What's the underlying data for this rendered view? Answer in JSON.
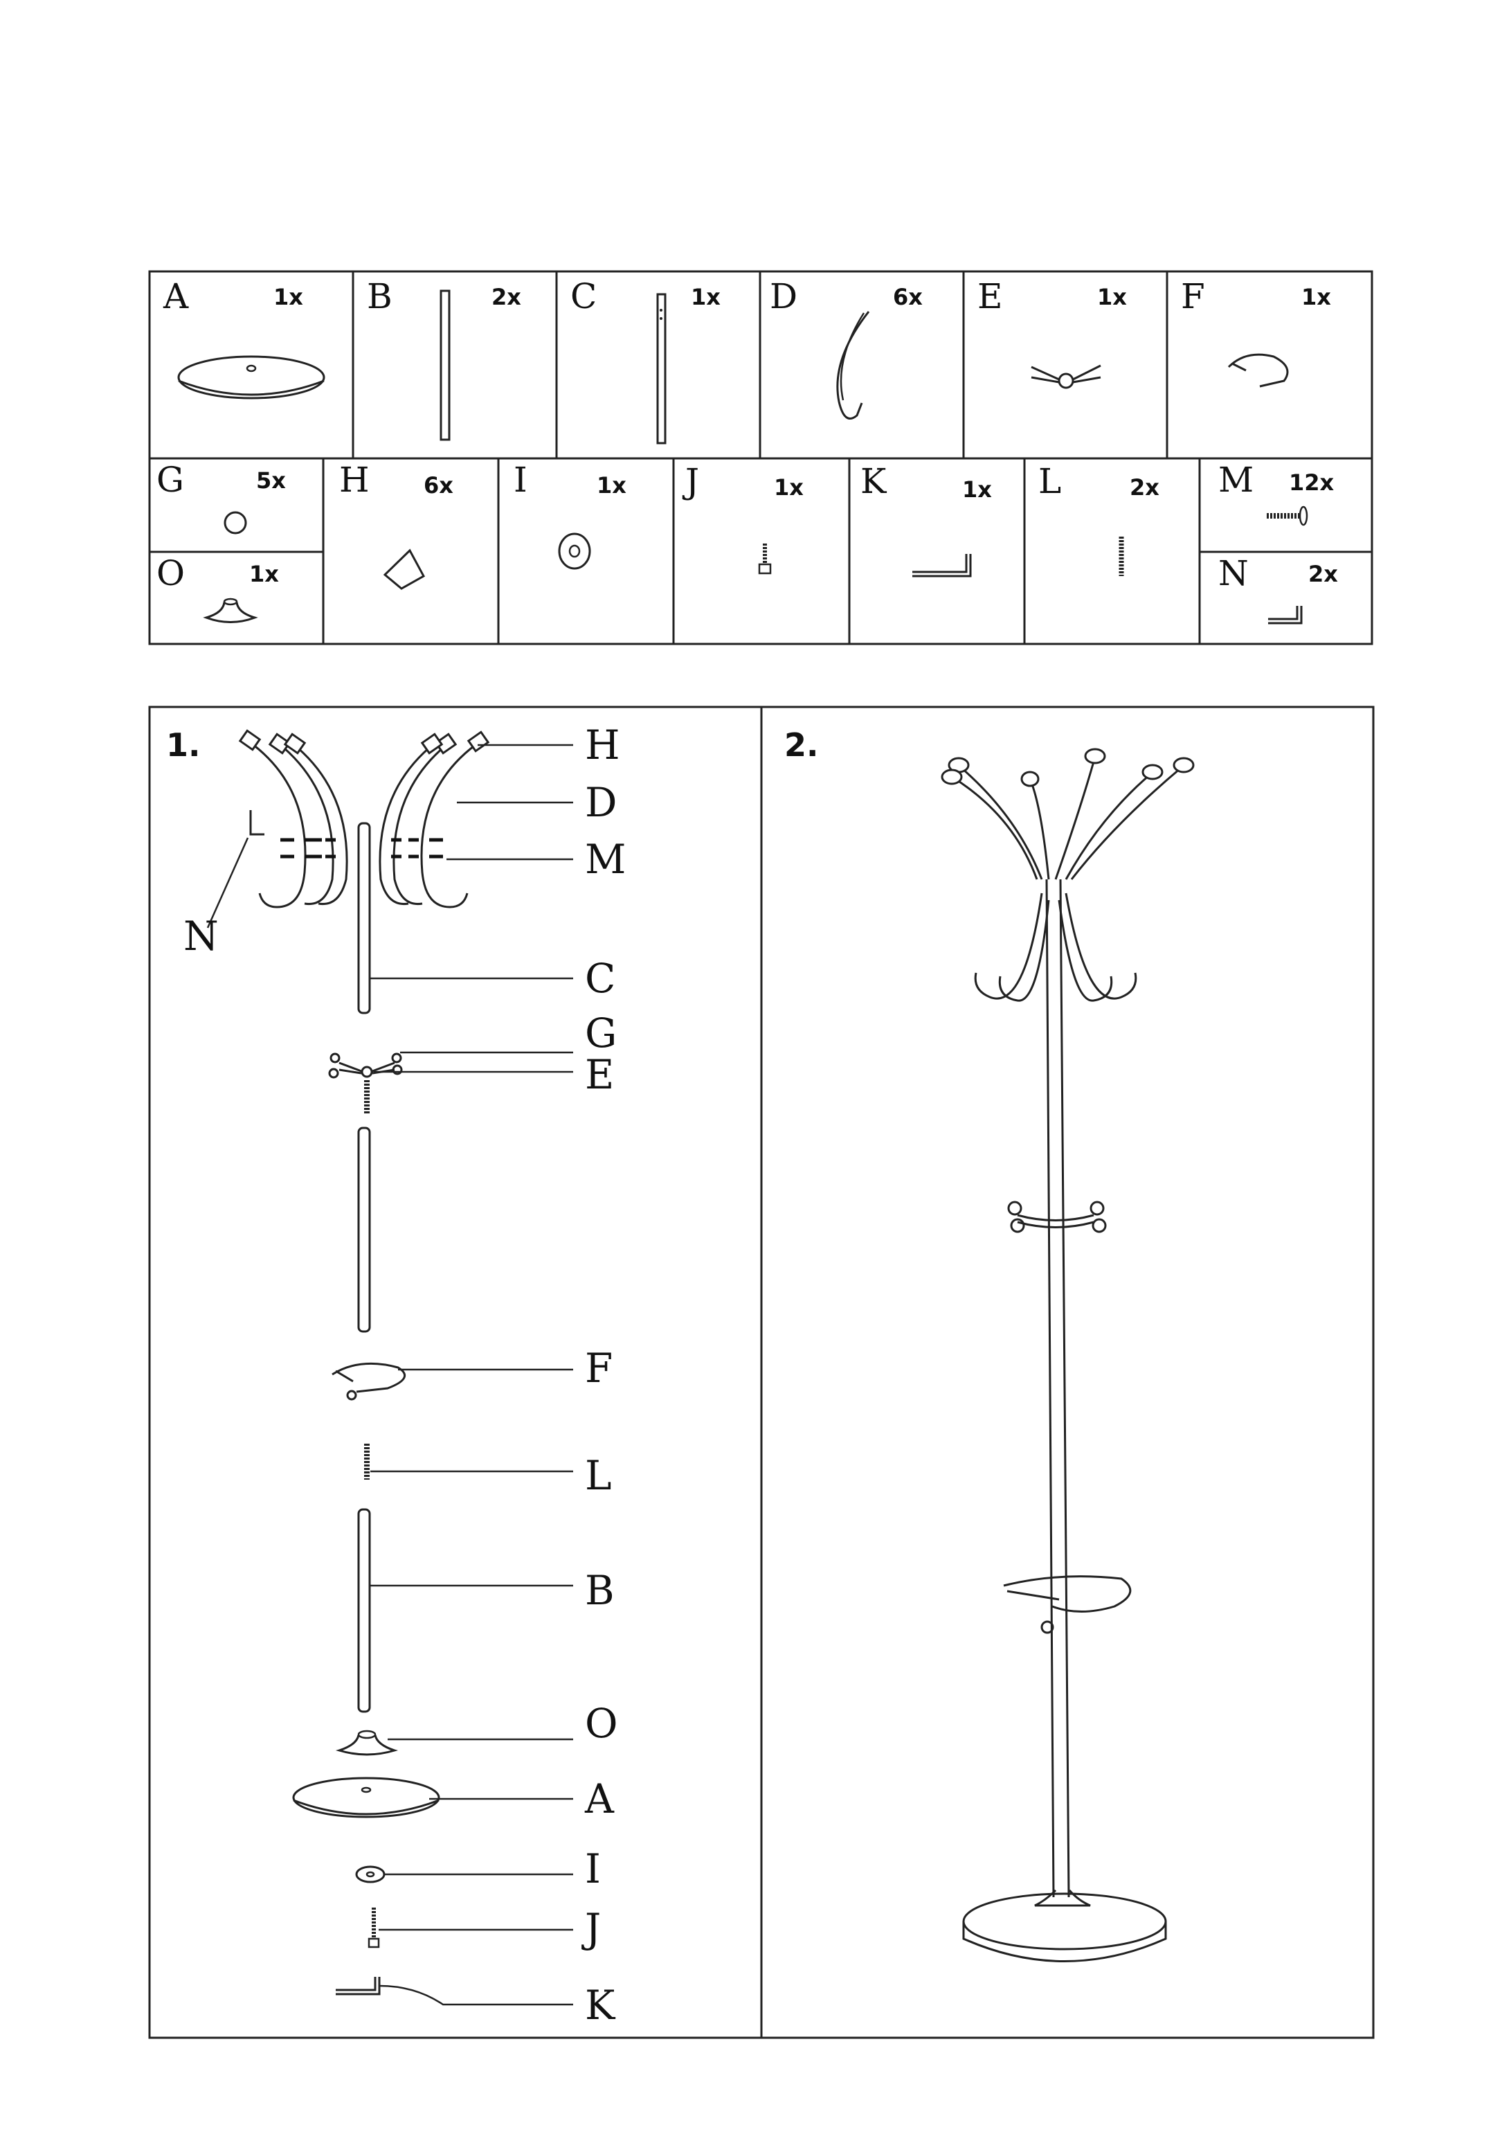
{
  "parts": [
    {
      "letter": "A",
      "qty": "1x"
    },
    {
      "letter": "B",
      "qty": "2x"
    },
    {
      "letter": "C",
      "qty": "1x"
    },
    {
      "letter": "D",
      "qty": "6x"
    },
    {
      "letter": "E",
      "qty": "1x"
    },
    {
      "letter": "F",
      "qty": "1x"
    },
    {
      "letter": "G",
      "qty": "5x"
    },
    {
      "letter": "O",
      "qty": "1x"
    },
    {
      "letter": "H",
      "qty": "6x"
    },
    {
      "letter": "I",
      "qty": "1x"
    },
    {
      "letter": "J",
      "qty": "1x"
    },
    {
      "letter": "K",
      "qty": "1x"
    },
    {
      "letter": "L",
      "qty": "2x"
    },
    {
      "letter": "M",
      "qty": "12x"
    },
    {
      "letter": "N",
      "qty": "2x"
    }
  ],
  "step1": {
    "number": "1.",
    "labels": {
      "H": "H",
      "D": "D",
      "M": "M",
      "N": "N",
      "C": "C",
      "G": "G",
      "E": "E",
      "F": "F",
      "L": "L",
      "B": "B",
      "O": "O",
      "A": "A",
      "I": "I",
      "J": "J",
      "K": "K"
    }
  },
  "step2": {
    "number": "2."
  }
}
